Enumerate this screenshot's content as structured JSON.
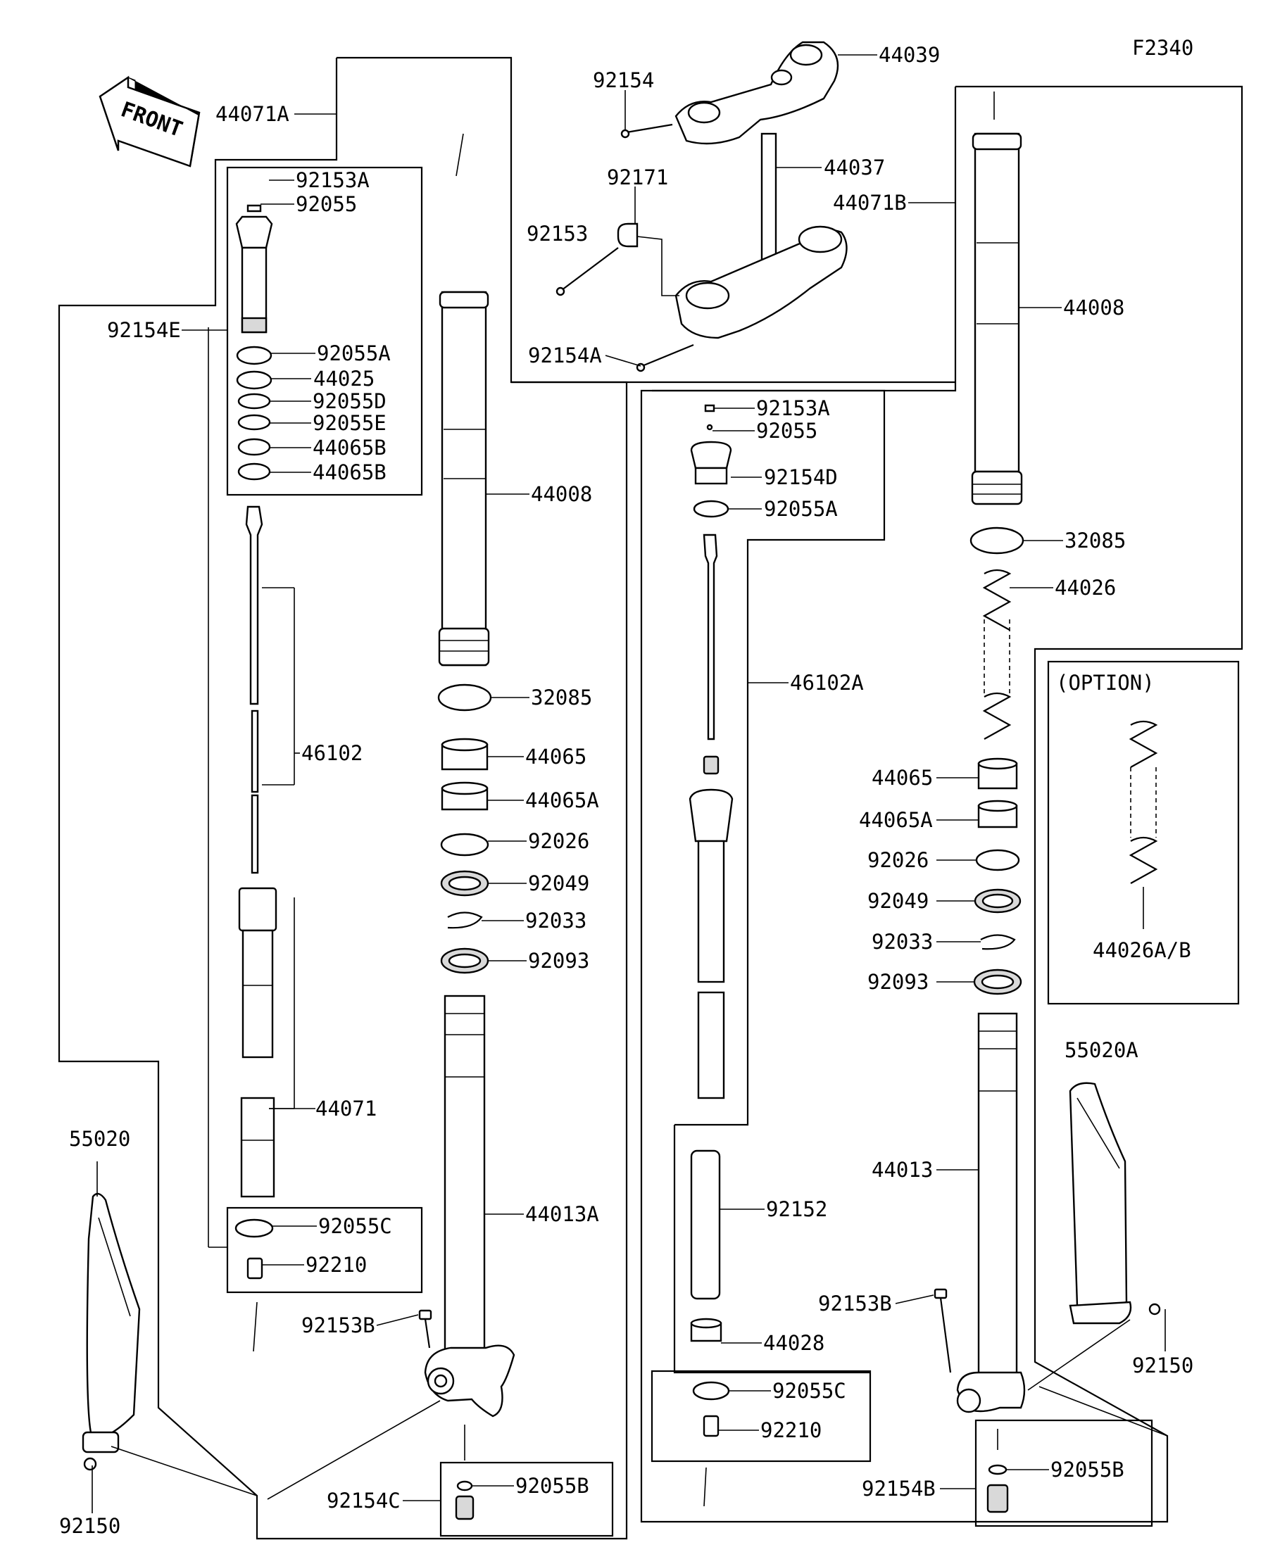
{
  "figure_code": "F2340",
  "front_label": "FRONT",
  "option_label": "(OPTION)",
  "labels": {
    "p44039": "44039",
    "p92154": "92154",
    "p44071A": "44071A",
    "p44037": "44037",
    "p92171": "92171",
    "p44071B": "44071B",
    "p92153": "92153",
    "p92153A_l": "92153A",
    "p92055_l": "92055",
    "p92154E": "92154E",
    "p92055A_l": "92055A",
    "p44025": "44025",
    "p92055D": "92055D",
    "p92055E": "92055E",
    "p44065B_1": "44065B",
    "p44065B_2": "44065B",
    "p92154A": "92154A",
    "p44008_l": "44008",
    "p44008_r": "44008",
    "p92153A_r": "92153A",
    "p92055_r": "92055",
    "p92154D": "92154D",
    "p92055A_r": "92055A",
    "p32085_l": "32085",
    "p32085_r": "32085",
    "p44026": "44026",
    "p46102A": "46102A",
    "p46102": "46102",
    "p44065_l": "44065",
    "p44065A_l": "44065A",
    "p92026_l": "92026",
    "p92049_l": "92049",
    "p92033_l": "92033",
    "p92093_l": "92093",
    "p44065_r": "44065",
    "p44065A_r": "44065A",
    "p92026_r": "92026",
    "p92049_r": "92049",
    "p92033_r": "92033",
    "p92093_r": "92093",
    "p44026AB": "44026A/B",
    "p55020A": "55020A",
    "p44071": "44071",
    "p55020": "55020",
    "p44013": "44013",
    "p44013A": "44013A",
    "p92152": "92152",
    "p92055C_l": "92055C",
    "p92210_l": "92210",
    "p92153B_l": "92153B",
    "p92153B_r": "92153B",
    "p92150_r": "92150",
    "p44028": "44028",
    "p92055C_r": "92055C",
    "p92210_r": "92210",
    "p92154C": "92154C",
    "p92055B_l": "92055B",
    "p92154B": "92154B",
    "p92055B_r": "92055B",
    "p92150_l": "92150"
  }
}
